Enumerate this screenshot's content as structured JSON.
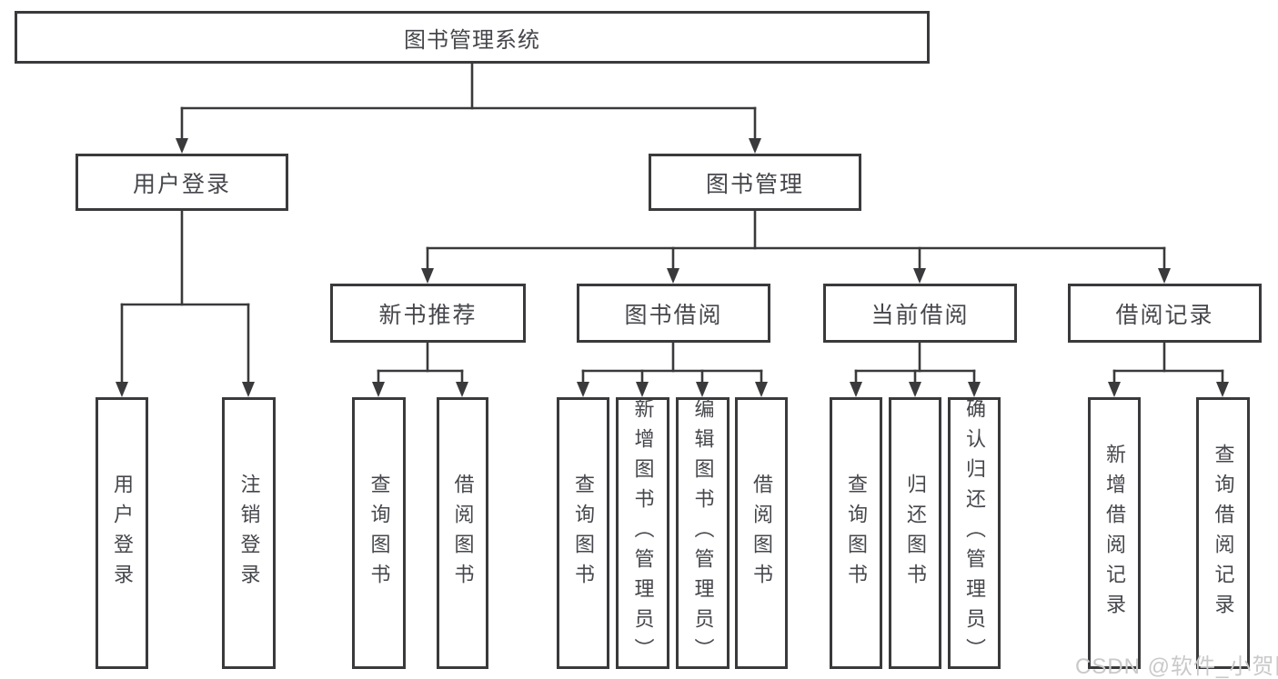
{
  "nodes": {
    "root": "图书管理系统",
    "user_login": "用户登录",
    "book_management": "图书管理",
    "new_book_recommend": "新书推荐",
    "book_borrow": "图书借阅",
    "current_borrow": "当前借阅",
    "borrow_records": "借阅记录",
    "leaf_user_login": "用户登录",
    "leaf_logout": "注销登录",
    "leaf_newbook_query_books": "查询图书",
    "leaf_newbook_borrow_books": "借阅图书",
    "leaf_borrow_query_books": "查询图书",
    "leaf_borrow_add_books": "新增图书（管理员）",
    "leaf_borrow_edit_books": "编辑图书（管理员）",
    "leaf_borrow_borrow_books": "借阅图书",
    "leaf_current_query_books": "查询图书",
    "leaf_current_return_books": "归还图书",
    "leaf_current_confirm_return": "确认归还（管理员）",
    "leaf_records_add_record": "新增借阅记录",
    "leaf_records_query_record": "查询借阅记录"
  },
  "watermark": "CSDN @软件_小贺同学",
  "colors": {
    "line": "#3a3a3c",
    "box_border": "#3a3a3c",
    "text": "#46474c",
    "watermark": "#c9c9c9",
    "background": "#ffffff"
  }
}
